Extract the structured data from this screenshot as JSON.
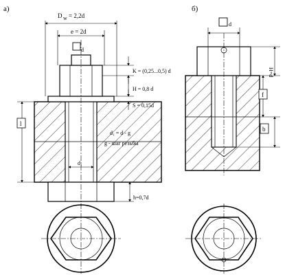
{
  "views": {
    "a": {
      "label": "а)"
    },
    "b": {
      "label": "б)"
    }
  },
  "dims": {
    "d_w_main": "D",
    "d_w_sub": "w",
    "d_w_value": "= 2,2d",
    "e_value": "e = 2d",
    "d_top": "d",
    "k_value": "K = (0,25...0,5) d",
    "h_value": "H = 0,8 d",
    "s_value": "S = 0,15d",
    "l_value": "l",
    "d1_formula": "d₁ = d - g",
    "g_formula": "g - шаг резьбы",
    "d1_label": "d₁",
    "h_small_value": "h=0,7d",
    "b_d_value": "d",
    "b_H_value": "H=d",
    "b_f_value": "f",
    "b_b_value": "b"
  }
}
